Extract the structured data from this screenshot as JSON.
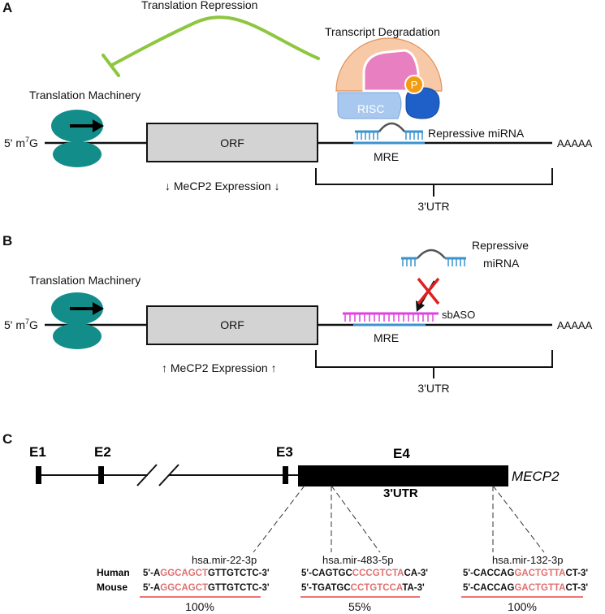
{
  "panel_a": {
    "letter": "A",
    "repression_label": "Translation Repression",
    "degradation_label": "Transcript Degradation",
    "risc_label": "RISC",
    "p_label": "P",
    "machinery_label": "Translation Machinery",
    "cap_prefix": "5' m",
    "cap_sup": "7",
    "cap_suffix": "G",
    "orf_label": "ORF",
    "mirna_label": "Repressive miRNA",
    "mre_label": "MRE",
    "polya_label": "AAAAA",
    "expression_label": "↓ MeCP2 Expression ↓",
    "utr_label": "3'UTR"
  },
  "panel_b": {
    "letter": "B",
    "mirna_line1": "Repressive",
    "mirna_line2": "miRNA",
    "machinery_label": "Translation Machinery",
    "cap_prefix": "5' m",
    "cap_sup": "7",
    "cap_suffix": "G",
    "orf_label": "ORF",
    "sbaso_label": "sbASO",
    "mre_label": "MRE",
    "polya_label": "AAAAA",
    "expression_label": "↑ MeCP2 Expression ↑",
    "utr_label": "3'UTR"
  },
  "panel_c": {
    "letter": "C",
    "gene_name": "MECP2",
    "utr_label": "3'UTR",
    "exons": [
      "E1",
      "E2",
      "E3",
      "E4"
    ],
    "row_labels": [
      "Human",
      "Mouse"
    ],
    "mirnas": [
      {
        "name": "hsa.mir-22-3p",
        "human": {
          "pre": "5'-A",
          "hl": "GGCAGCT",
          "post": "GTTGTCTC-3'"
        },
        "mouse": {
          "pre": "5'-A",
          "hl": "GGCAGCT",
          "post": "GTTGTCTC-3'"
        },
        "identity": "100%"
      },
      {
        "name": "hsa.mir-483-5p",
        "human": {
          "pre": "5'-CAGTGC",
          "hl": "CCCGTCTA",
          "post": "CA-3'"
        },
        "mouse": {
          "pre": "5'-TGATGC",
          "hl": "CCTGTCCA",
          "post": "TA-3'"
        },
        "identity": "55%"
      },
      {
        "name": "hsa.mir-132-3p",
        "human": {
          "pre": "5'-CACCAG",
          "hl": "GACTGTTA",
          "post": "CT-3'"
        },
        "mouse": {
          "pre": "5'-CACCAG",
          "hl": "GACTGTTA",
          "post": "CT-3'"
        },
        "identity": "100%"
      }
    ]
  },
  "colors": {
    "ribosome": "#138d8a",
    "orf_fill": "#d3d3d3",
    "mirna_strand": "#3b93cf",
    "mre_text": "#2aa0df",
    "sbaso": "#e040e0",
    "repression_arc": "#8dc63f",
    "down_text": "#e02020",
    "up_text": "#4f8a2a",
    "seed": "#e07070",
    "risc_outer": "#f8c9a6",
    "risc_pink": "#e87fc0",
    "risc_blue_light": "#a8c8ef",
    "risc_blue_dark": "#1f5fc8",
    "p_orange": "#f39c12"
  }
}
